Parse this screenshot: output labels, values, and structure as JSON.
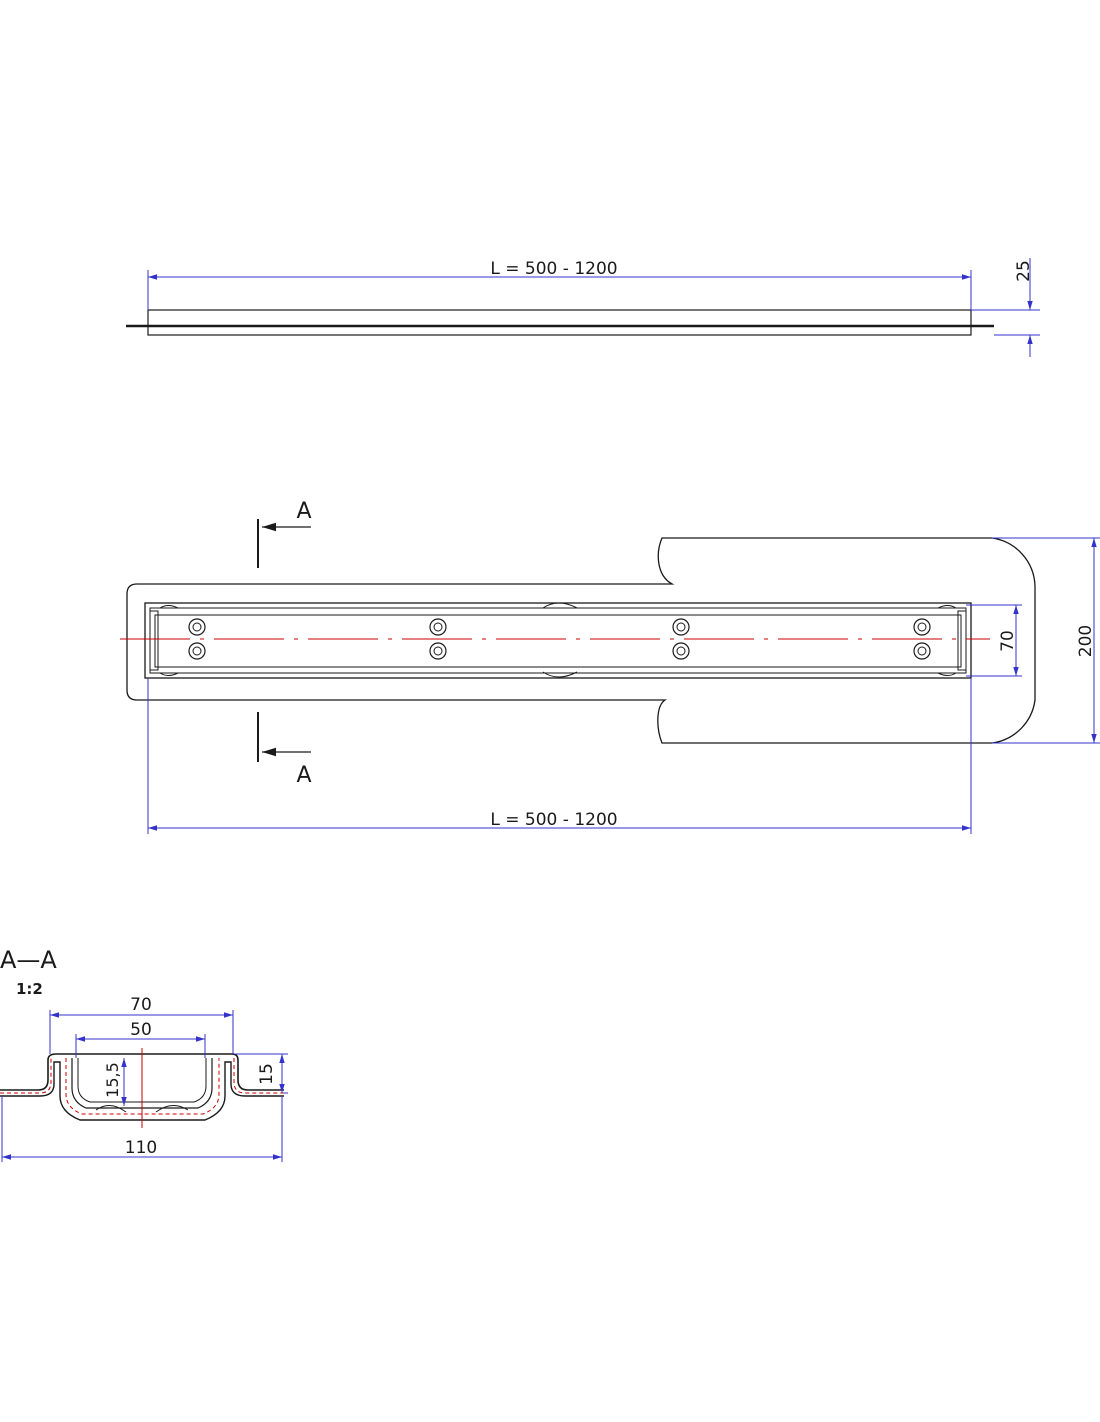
{
  "side_view": {
    "length_label": "L = 500 - 1200",
    "height_label": "25"
  },
  "plan_view": {
    "section_marker_top": "A",
    "section_marker_bottom": "A",
    "grate_width_label": "70",
    "total_width_label": "200",
    "length_label": "L = 500 - 1200"
  },
  "section_view": {
    "title": "A—A",
    "scale": "1:2",
    "outer_width_label": "70",
    "inner_width_label": "50",
    "inner_depth_label": "15,5",
    "rim_height_label": "15",
    "flange_width_label": "110"
  },
  "colors": {
    "dimension": "#3333cc",
    "centerline": "#cc0000",
    "outline": "#1a1a1a"
  }
}
